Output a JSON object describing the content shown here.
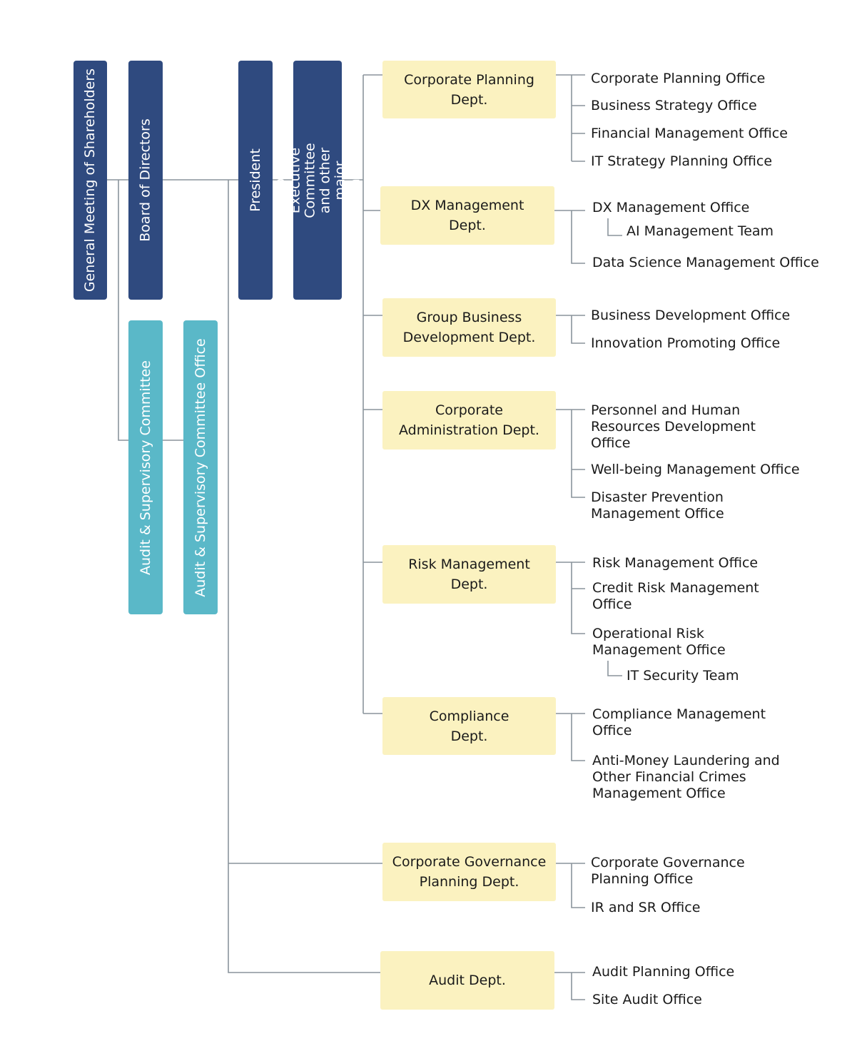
{
  "governance": {
    "shareholders": "General Meeting of Shareholders",
    "board": "Board of Directors",
    "president": "President",
    "executive_committee": "Group-wide Executive Committee\nand other major committees",
    "audit_committee": "Audit & Supervisory Committee",
    "audit_committee_office": "Audit & Supervisory Committee Office"
  },
  "departments": [
    {
      "name": "Corporate Planning\nDept.",
      "offices": [
        "Corporate Planning Office",
        "Business Strategy Office",
        "Financial Management Office",
        "IT Strategy Planning Office"
      ]
    },
    {
      "name": "DX Management\nDept.",
      "offices": [
        "DX Management Office",
        "Data Science Management Office"
      ],
      "teams": [
        "AI Management Team"
      ]
    },
    {
      "name": "Group Business\nDevelopment Dept.",
      "offices": [
        "Business Development Office",
        "Innovation Promoting Office"
      ]
    },
    {
      "name": "Corporate\nAdministration Dept.",
      "offices": [
        "Personnel and Human\nResources Development\nOffice",
        "Well-being Management Office",
        "Disaster Prevention\nManagement Office"
      ]
    },
    {
      "name": "Risk Management\nDept.",
      "offices": [
        "Risk Management Office",
        "Credit Risk Management\nOffice",
        "Operational Risk\nManagement Office"
      ],
      "teams": [
        "IT Security Team"
      ]
    },
    {
      "name": "Compliance\nDept.",
      "offices": [
        "Compliance Management\nOffice",
        "Anti-Money Laundering and\nOther Financial Crimes\nManagement Office"
      ]
    },
    {
      "name": "Corporate Governance\nPlanning Dept.",
      "offices": [
        "Corporate Governance\nPlanning Office",
        "IR and SR Office"
      ]
    },
    {
      "name": "Audit Dept.",
      "offices": [
        "Audit Planning Office",
        "Site Audit Office"
      ]
    }
  ],
  "colors": {
    "governance_box": "#2f4a7f",
    "audit_box": "#5ab8c8",
    "dept_box": "#fbf2c0",
    "connector": "#8a949c"
  }
}
